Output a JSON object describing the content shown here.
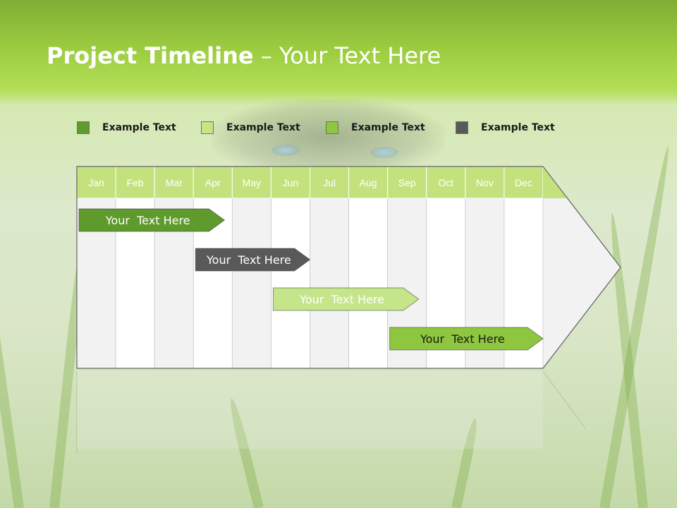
{
  "title": {
    "bold": "Project Timeline",
    "rest": " – Your Text Here"
  },
  "colors": {
    "dark_green": "#5f9a2c",
    "light_green": "#c5e58a",
    "mid_green": "#8ec63f",
    "gray": "#595959",
    "header_green": "#c3e27e",
    "col_light": "#f2f2f2",
    "col_white": "#ffffff"
  },
  "legend": [
    {
      "label": "Example Text",
      "color": "#5f9a2c"
    },
    {
      "label": "Example Text",
      "color": "#c5e58a"
    },
    {
      "label": "Example Text",
      "color": "#8ec63f"
    },
    {
      "label": "Example Text",
      "color": "#595959"
    }
  ],
  "chart_data": {
    "type": "gantt",
    "categories": [
      "Jan",
      "Feb",
      "Mar",
      "Apr",
      "May",
      "Jun",
      "Jul",
      "Aug",
      "Sep",
      "Oct",
      "Nov",
      "Dec"
    ],
    "tasks": [
      {
        "label": "Your  Text Here",
        "start": 0,
        "end": 3.8,
        "color": "#5f9a2c",
        "text_color": "#ffffff"
      },
      {
        "label": "Your  Text Here",
        "start": 3,
        "end": 6,
        "color": "#595959",
        "text_color": "#ffffff"
      },
      {
        "label": "Your  Text Here",
        "start": 5,
        "end": 8.8,
        "color": "#c5e58a",
        "text_color": "#ffffff"
      },
      {
        "label": "Your  Text Here",
        "start": 8,
        "end": 12,
        "color": "#8ec63f",
        "text_color": "#1a1a1a"
      }
    ]
  }
}
